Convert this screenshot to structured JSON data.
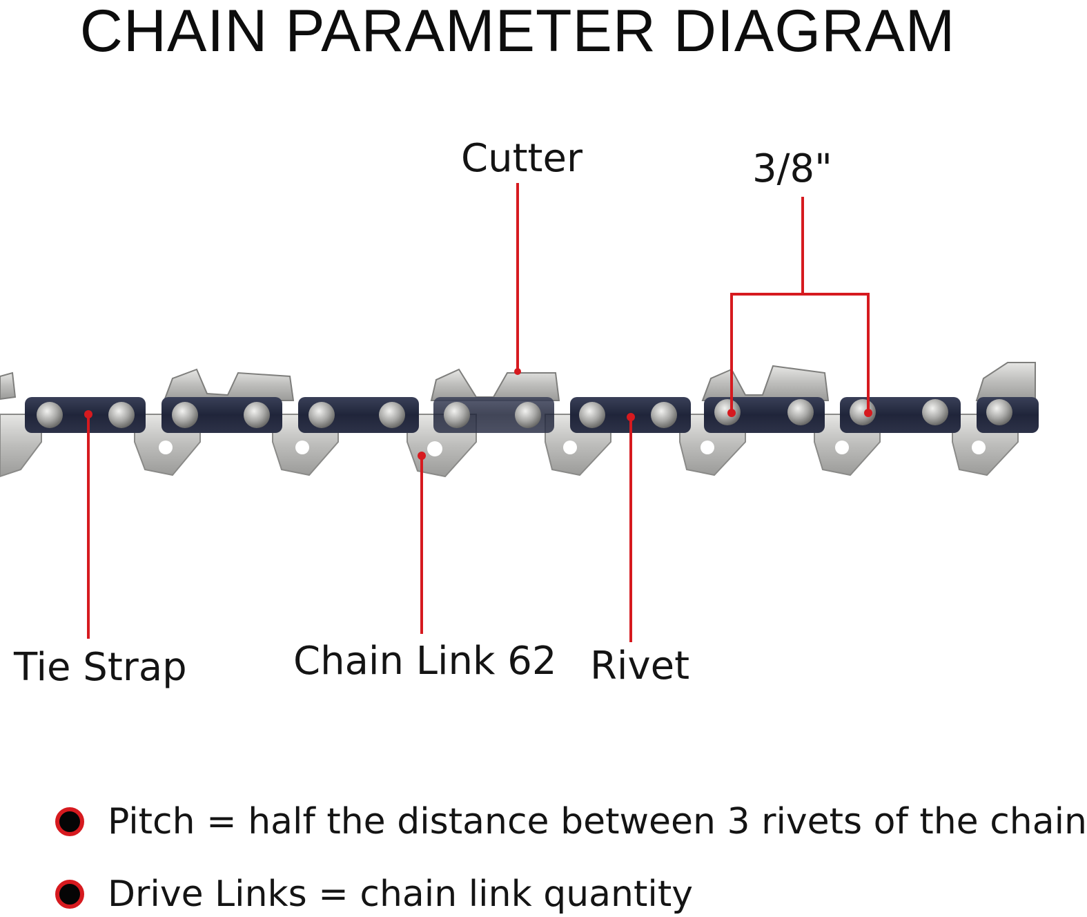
{
  "title": "CHAIN PARAMETER DIAGRAM",
  "labels": {
    "cutter": "Cutter",
    "pitch_value": "3/8\"",
    "tie_strap": "Tie Strap",
    "chain_link": "Chain Link 62",
    "rivet": "Rivet"
  },
  "notes": [
    {
      "text": "Pitch = half the distance between 3 rivets of the chain"
    },
    {
      "text": "Drive Links = chain link quantity"
    }
  ],
  "colors": {
    "leader": "#d61a1f",
    "strap": "#24293d",
    "steel": "#c6c6c4",
    "rivet": "#9a9a98"
  }
}
